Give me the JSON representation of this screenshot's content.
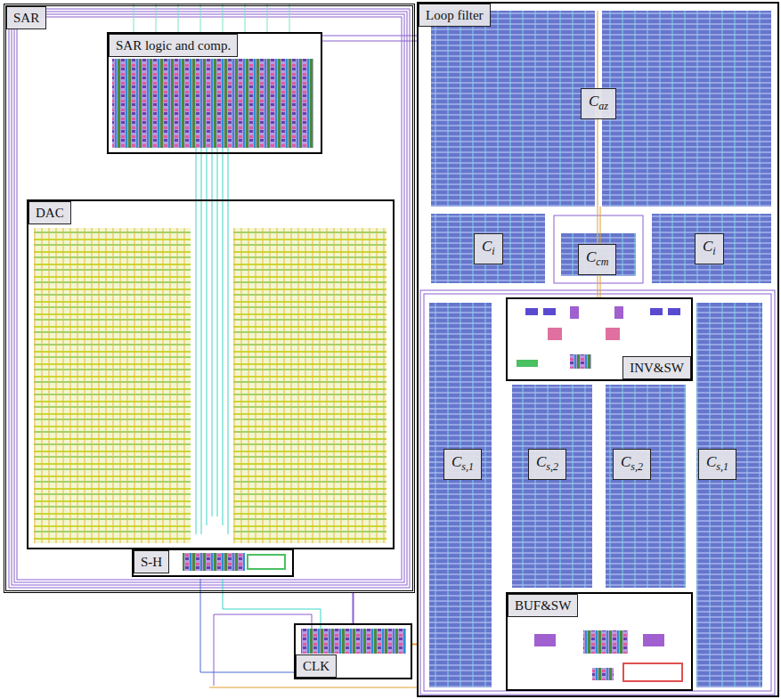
{
  "diagram": {
    "nodes": [
      {
        "text": [
          "SAR"
        ]
      },
      {
        "text": [
          "SAR logic and comp."
        ],
        "in": 0
      },
      {
        "text": [
          "DAC"
        ],
        "in": 0
      },
      {
        "text": [
          "S-H"
        ],
        "in": 0
      },
      {
        "text": [
          "CLK"
        ]
      },
      {
        "text": [
          "Loop filter"
        ]
      },
      {
        "text": [
          "Caz"
        ],
        "in": 5
      },
      {
        "text": [
          "Ci"
        ],
        "in": 5
      },
      {
        "text": [
          "Ccm"
        ],
        "in": 5
      },
      {
        "text": [
          "Ci"
        ],
        "in": 5
      },
      {
        "text": [
          "INV&SW"
        ],
        "in": 5
      },
      {
        "text": [
          "Cs,1"
        ],
        "in": 5
      },
      {
        "text": [
          "Cs,2"
        ],
        "in": 5
      },
      {
        "text": [
          "Cs,2"
        ],
        "in": 5
      },
      {
        "text": [
          "Cs,1"
        ],
        "in": 5
      },
      {
        "text": [
          "BUF&SW"
        ],
        "in": 5
      }
    ],
    "edges": [
      {
        "from": 4,
        "to": 0,
        "arrow": "none"
      },
      {
        "from": 4,
        "to": 5,
        "arrow": "none"
      }
    ]
  }
}
